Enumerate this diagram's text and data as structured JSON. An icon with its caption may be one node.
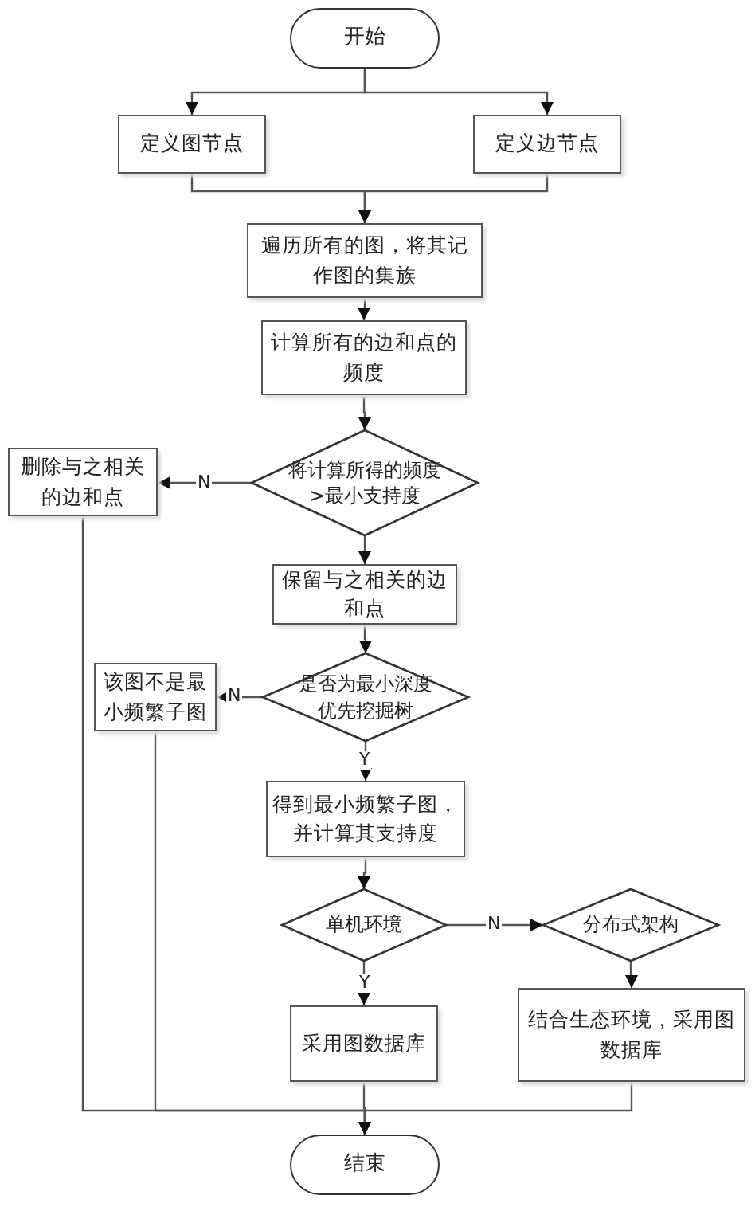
{
  "diagram": {
    "nodes": [
      {
        "text": [
          "开始"
        ]
      },
      {
        "text": [
          "定义图节点"
        ]
      },
      {
        "text": [
          "定义边节点"
        ]
      },
      {
        "text": [
          "遍历所有的图，将其记作图的集族"
        ]
      },
      {
        "text": [
          "计算所有的边和点的频度"
        ]
      },
      {
        "text": [
          "将计算所得的频度 >最小支持度"
        ]
      },
      {
        "text": [
          "删除与之相关的边和点"
        ]
      },
      {
        "text": [
          "保留与之相关的边和点"
        ]
      },
      {
        "text": [
          "是否为最小深度优先挖掘树"
        ]
      },
      {
        "text": [
          "该图不是最小频繁子图"
        ]
      },
      {
        "text": [
          "得到最小频繁子图，并计算其支持度"
        ]
      },
      {
        "text": [
          "单机环境"
        ]
      },
      {
        "text": [
          "分布式架构"
        ]
      },
      {
        "text": [
          "采用图数据库"
        ]
      },
      {
        "text": [
          "结合生态环境，采用图数据库"
        ]
      },
      {
        "text": [
          "结束"
        ]
      }
    ],
    "edges": [
      {
        "from": 0,
        "to": 1,
        "arrow": "to"
      },
      {
        "from": 0,
        "to": 2,
        "arrow": "to"
      },
      {
        "from": 1,
        "to": 3,
        "arrow": "to"
      },
      {
        "from": 2,
        "to": 3,
        "arrow": "to"
      },
      {
        "from": 3,
        "to": 4,
        "arrow": "to"
      },
      {
        "from": 4,
        "to": 5,
        "arrow": "to"
      },
      {
        "from": 5,
        "to": 6,
        "arrow": "to",
        "label": "N"
      },
      {
        "from": 5,
        "to": 7,
        "arrow": "to"
      },
      {
        "from": 7,
        "to": 8,
        "arrow": "to"
      },
      {
        "from": 8,
        "to": 9,
        "arrow": "to",
        "label": "N"
      },
      {
        "from": 8,
        "to": 10,
        "arrow": "to",
        "label": "Y"
      },
      {
        "from": 10,
        "to": 11,
        "arrow": "to"
      },
      {
        "from": 11,
        "to": 12,
        "arrow": "to",
        "label": "N"
      },
      {
        "from": 11,
        "to": 13,
        "arrow": "to",
        "label": "Y"
      },
      {
        "from": 12,
        "to": 14,
        "arrow": "to"
      },
      {
        "from": 13,
        "to": 15,
        "arrow": "to"
      },
      {
        "from": 14,
        "to": 15,
        "arrow": "to"
      },
      {
        "from": 6,
        "to": 15,
        "arrow": "to"
      },
      {
        "from": 9,
        "to": 15,
        "arrow": "to"
      }
    ]
  }
}
